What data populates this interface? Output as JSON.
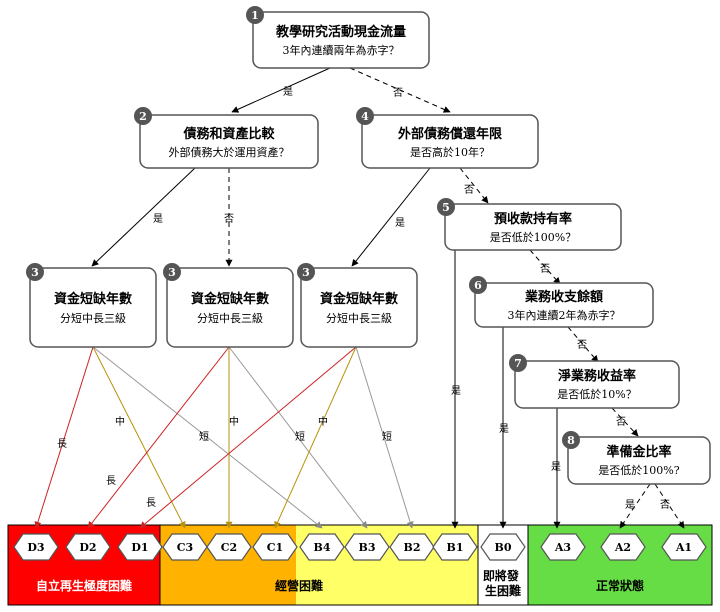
{
  "nodes": [
    {
      "id": "n1",
      "num": "1",
      "title": "教學研究活動現金流量",
      "sub": "3年內連續兩年為赤字？"
    },
    {
      "id": "n2",
      "num": "2",
      "title": "債務和資產比較",
      "sub": "外部債務大於運用資產？"
    },
    {
      "id": "n4",
      "num": "4",
      "title": "外部債務償還年限",
      "sub": "是否高於10年？"
    },
    {
      "id": "n3a",
      "num": "3",
      "title": "資金短缺年數",
      "sub": "分短中長三級"
    },
    {
      "id": "n3b",
      "num": "3",
      "title": "資金短缺年數",
      "sub": "分短中長三級"
    },
    {
      "id": "n3c",
      "num": "3",
      "title": "資金短缺年數",
      "sub": "分短中長三級"
    },
    {
      "id": "n5",
      "num": "5",
      "title": "預收款持有率",
      "sub": "是否低於100%？"
    },
    {
      "id": "n6",
      "num": "6",
      "title": "業務收支餘額",
      "sub": "3年內連續2年為赤字？"
    },
    {
      "id": "n7",
      "num": "7",
      "title": "淨業務收益率",
      "sub": "是否低於10%？"
    },
    {
      "id": "n8",
      "num": "8",
      "title": "準備金比率",
      "sub": "是否低於100%?"
    }
  ],
  "edge_labels": {
    "yes": "是",
    "no": "否",
    "long": "長",
    "mid": "中",
    "short": "短"
  },
  "grades": [
    "D3",
    "D2",
    "D1",
    "C3",
    "C2",
    "C1",
    "B4",
    "B3",
    "B2",
    "B1",
    "B0",
    "A3",
    "A2",
    "A1"
  ],
  "zones": [
    {
      "id": "z-red",
      "label": "自立再生極度困難",
      "color": "#ff0000",
      "text_color": "#ffffff"
    },
    {
      "id": "z-yellow",
      "label": "經營困難",
      "color": "#ffff66",
      "text_color": "#000000"
    },
    {
      "id": "z-white",
      "label": "即將發生困難",
      "color": "#ffffff",
      "text_color": "#000000"
    },
    {
      "id": "z-green",
      "label": "正常狀態",
      "color": "#66dd44",
      "text_color": "#000000"
    }
  ],
  "colors": {
    "orange": "#ffb300",
    "long_edge": "#cc2222",
    "mid_edge": "#b8930a",
    "short_edge": "#999999",
    "badge": "#555555"
  }
}
